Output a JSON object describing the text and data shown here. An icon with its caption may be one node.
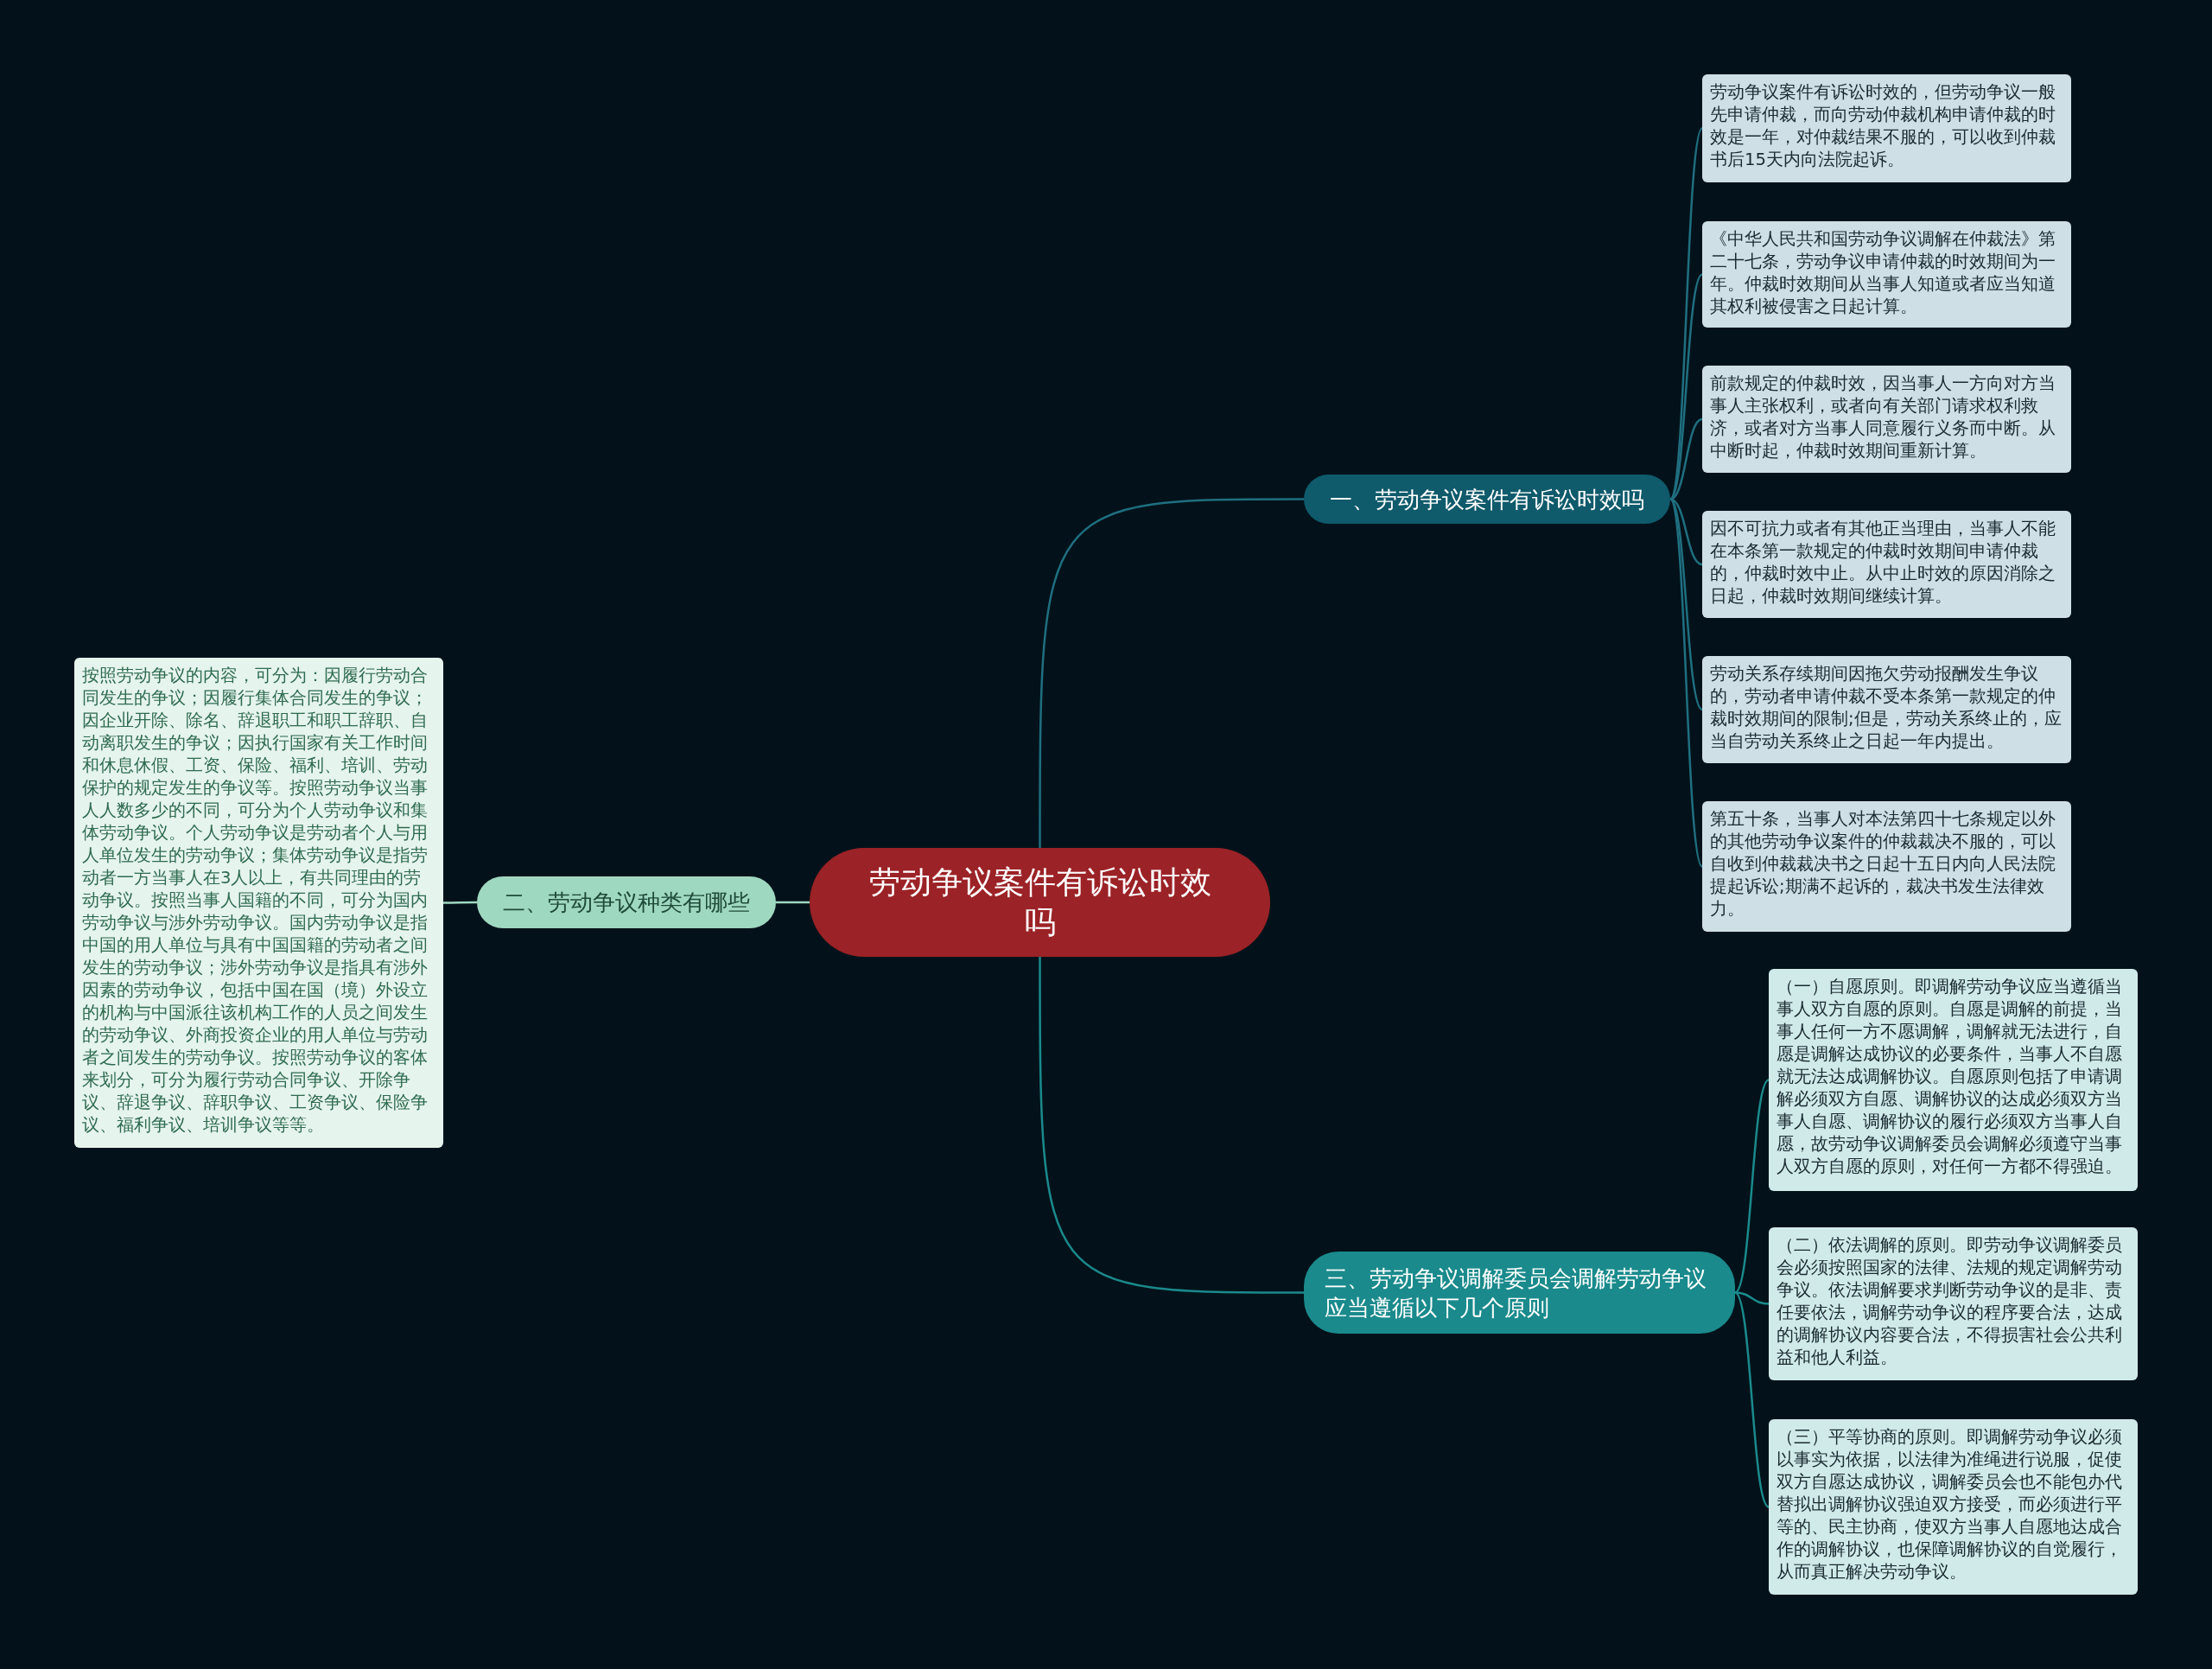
{
  "diagram": {
    "nodes": [
      {
        "text": [
          "劳动争议案件有诉讼时效吗"
        ]
      },
      {
        "text": [
          "一、劳动争议案件有诉讼时效吗"
        ]
      },
      {
        "text": [
          "劳动争议案件有诉讼时效的，但劳动争议一般先申请仲裁，而向劳动仲裁机构申请仲裁的时效是一年，对仲裁结果不服的，可以收到仲裁书后15天内向法院起诉。"
        ]
      },
      {
        "text": [
          "《中华人民共和国劳动争议调解在仲裁法》第二十七条，劳动争议申请仲裁的时效期间为一年。仲裁时效期间从当事人知道或者应当知道其权利被侵害之日起计算。"
        ]
      },
      {
        "text": [
          "前款规定的仲裁时效，因当事人一方向对方当事人主张权利，或者向有关部门请求权利救济，或者对方当事人同意履行义务而中断。从中断时起，仲裁时效期间重新计算。"
        ]
      },
      {
        "text": [
          "因不可抗力或者有其他正当理由，当事人不能在本条第一款规定的仲裁时效期间申请仲裁的，仲裁时效中止。从中止时效的原因消除之日起，仲裁时效期间继续计算。"
        ]
      },
      {
        "text": [
          "劳动关系存续期间因拖欠劳动报酬发生争议的，劳动者申请仲裁不受本条第一款规定的仲裁时效期间的限制;但是，劳动关系终止的，应当自劳动关系终止之日起一年内提出。"
        ]
      },
      {
        "text": [
          "第五十条，当事人对本法第四十七条规定以外的其他劳动争议案件的仲裁裁决不服的，可以自收到仲裁裁决书之日起十五日内向人民法院提起诉讼;期满不起诉的，裁决书发生法律效力。"
        ]
      },
      {
        "text": [
          "二、劳动争议种类有哪些"
        ]
      },
      {
        "text": [
          "按照劳动争议的内容，可分为：因履行劳动合同发生的争议；因履行集体合同发生的争议；因企业开除、除名、辞退职工和职工辞职、自动离职发生的争议；因执行国家有关工作时间和休息休假、工资、保险、福利、培训、劳动保护的规定发生的争议等。按照劳动争议当事人人数多少的不同，可分为个人劳动争议和集体劳动争议。个人劳动争议是劳动者个人与用人单位发生的劳动争议；集体劳动争议是指劳动者一方当事人在3人以上，有共同理由的劳动争议。按照当事人国籍的不同，可分为国内劳动争议与涉外劳动争议。国内劳动争议是指中国的用人单位与具有中国国籍的劳动者之间发生的劳动争议；涉外劳动争议是指具有涉外因素的劳动争议，包括中国在国（境）外设立的机构与中国派往该机构工作的人员之间发生的劳动争议、外商投资企业的用人单位与劳动者之间发生的劳动争议。按照劳动争议的客体来划分，可分为履行劳动合同争议、开除争议、辞退争议、辞职争议、工资争议、保险争议、福利争议、培训争议等等。"
        ]
      },
      {
        "text": [
          "三、劳动争议调解委员会调解劳动争议应当遵循以下几个原则"
        ]
      },
      {
        "text": [
          "（一）自愿原则。即调解劳动争议应当遵循当事人双方自愿的原则。自愿是调解的前提，当事人任何一方不愿调解，调解就无法进行，自愿是调解达成协议的必要条件，当事人不自愿就无法达成调解协议。自愿原则包括了申请调解必须双方自愿、调解协议的达成必须双方当事人自愿、调解协议的履行必须双方当事人自愿，故劳动争议调解委员会调解必须遵守当事人双方自愿的原则，对任何一方都不得强迫。"
        ]
      },
      {
        "text": [
          "（二）依法调解的原则。即劳动争议调解委员会必须按照国家的法律、法规的规定调解劳动争议。依法调解要求判断劳动争议的是非、责任要依法，调解劳动争议的程序要合法，达成的调解协议内容要合法，不得损害社会公共利益和他人利益。"
        ]
      },
      {
        "text": [
          "（三）平等协商的原则。即调解劳动争议必须以事实为依据，以法律为准绳进行说服，促使双方自愿达成协议，调解委员会也不能包办代替拟出调解协议强迫双方接受，而必须进行平等的、民主协商，使双方当事人自愿地达成合作的调解协议，也保障调解协议的自觉履行，从而真正解决劳动争议。"
        ]
      }
    ],
    "edges": [
      {
        "from": 0,
        "to": 1,
        "arrow": "none"
      },
      {
        "from": 1,
        "to": 2,
        "arrow": "none"
      },
      {
        "from": 1,
        "to": 3,
        "arrow": "none"
      },
      {
        "from": 1,
        "to": 4,
        "arrow": "none"
      },
      {
        "from": 1,
        "to": 5,
        "arrow": "none"
      },
      {
        "from": 1,
        "to": 6,
        "arrow": "none"
      },
      {
        "from": 1,
        "to": 7,
        "arrow": "none"
      },
      {
        "from": 0,
        "to": 8,
        "arrow": "none",
        "color": "#9fd8c0"
      },
      {
        "from": 8,
        "to": 9,
        "arrow": "none",
        "color": "#9fd8c0"
      },
      {
        "from": 0,
        "to": 10,
        "arrow": "none",
        "color": "#1a8a8c"
      },
      {
        "from": 10,
        "to": 11,
        "arrow": "none",
        "color": "#1a8a8c"
      },
      {
        "from": 10,
        "to": 12,
        "arrow": "none",
        "color": "#1a8a8c"
      },
      {
        "from": 10,
        "to": 13,
        "arrow": "none",
        "color": "#1a8a8c"
      }
    ]
  }
}
